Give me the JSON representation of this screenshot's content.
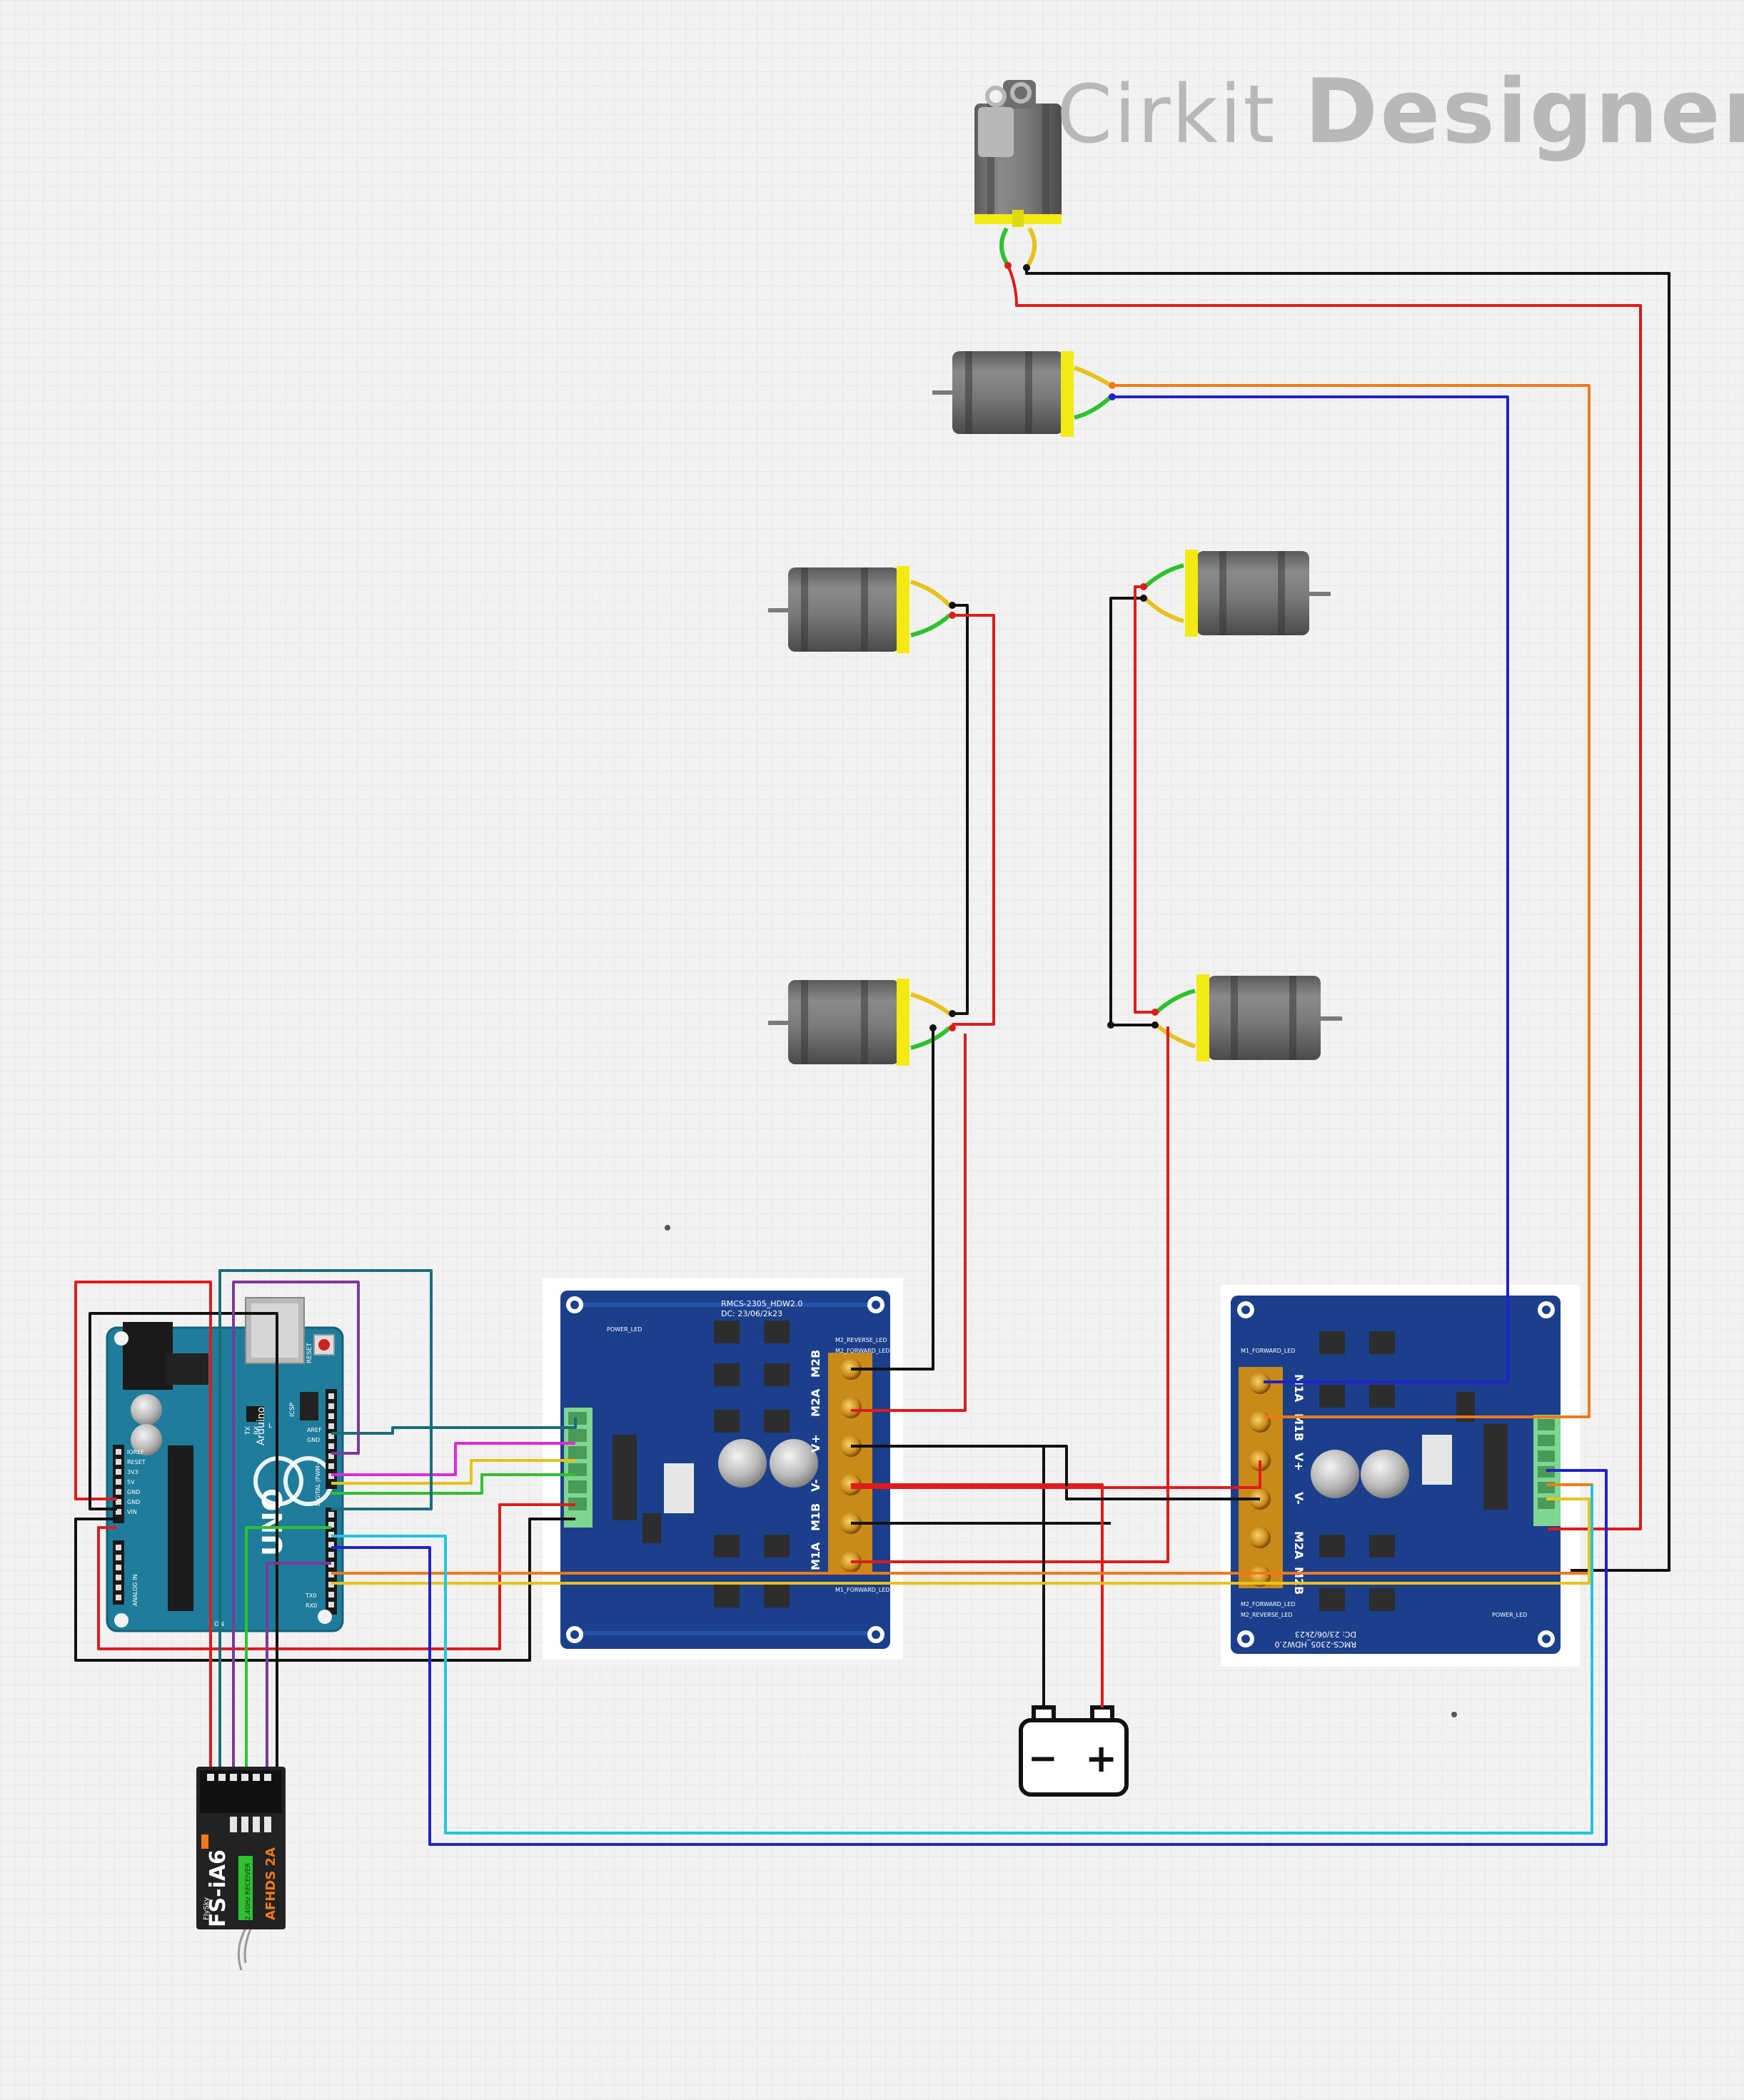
{
  "app": {
    "brand_light": "Cirkit",
    "brand_bold": "Designer"
  },
  "colors": {
    "background": "#f2f2f2",
    "grid": "#dcdcdc",
    "wire_red": "#e01b1b",
    "wire_black": "#111111",
    "wire_orange": "#f07a1a",
    "wire_blue": "#2222cc",
    "wire_cyan": "#22c4e0",
    "wire_teal": "#1a6e78",
    "wire_purple": "#7a3a9a",
    "wire_magenta": "#e02ad8",
    "wire_yellow": "#e6c21a",
    "wire_green": "#2ec22e",
    "board_blue": "#1b3f8a",
    "arduino_teal": "#1f7c9a",
    "motor_yellow": "#f2ea12",
    "terminal_gold": "#c98a1a"
  },
  "components": {
    "arduino": {
      "board_text": "UNO",
      "brand": "Arduino",
      "header_labels": [
        "IOREF",
        "RESET",
        "3V3",
        "5V",
        "GND",
        "GND",
        "VIN"
      ],
      "analog_label": "ANALOG IN",
      "digital_label": "DIGITAL (PWM~)",
      "reset_label": "RESET",
      "icsp_label": "ICSP",
      "aref_labels": [
        "AREF",
        "GND"
      ],
      "tx_label": "TX",
      "rx_label": "RX",
      "on_label": "ON",
      "l_label": "L",
      "tx0": "TX0",
      "rx0": "RX0"
    },
    "driver_left": {
      "title": "RMCS-2305_HDW2.0",
      "date": "DC: 23/06/2k23",
      "labels": [
        "M2B",
        "M2A",
        "V+",
        "V-",
        "M1B",
        "M1A"
      ],
      "leds": [
        "POWER_LED",
        "M2_REVERSE_LED",
        "M2_FORWARD_LED",
        "M1_FORWARD_LED"
      ]
    },
    "driver_right": {
      "title": "RMCS-2305_HDW2.0",
      "date": "DC: 23/06/2k23",
      "labels": [
        "M1A",
        "M1B",
        "V+",
        "V-",
        "M2A",
        "M2B"
      ],
      "leds": [
        "M1_FORWARD_LED",
        "POWER_LED",
        "M2_FORWARD_LED",
        "M2_REVERSE_LED"
      ]
    },
    "receiver": {
      "model": "FS-iA6",
      "line2": "2.4GHz RECEIVER",
      "line3": "AFHDS 2A",
      "brand": "FlySky"
    },
    "battery": {
      "minus": "−",
      "plus": "+"
    }
  }
}
